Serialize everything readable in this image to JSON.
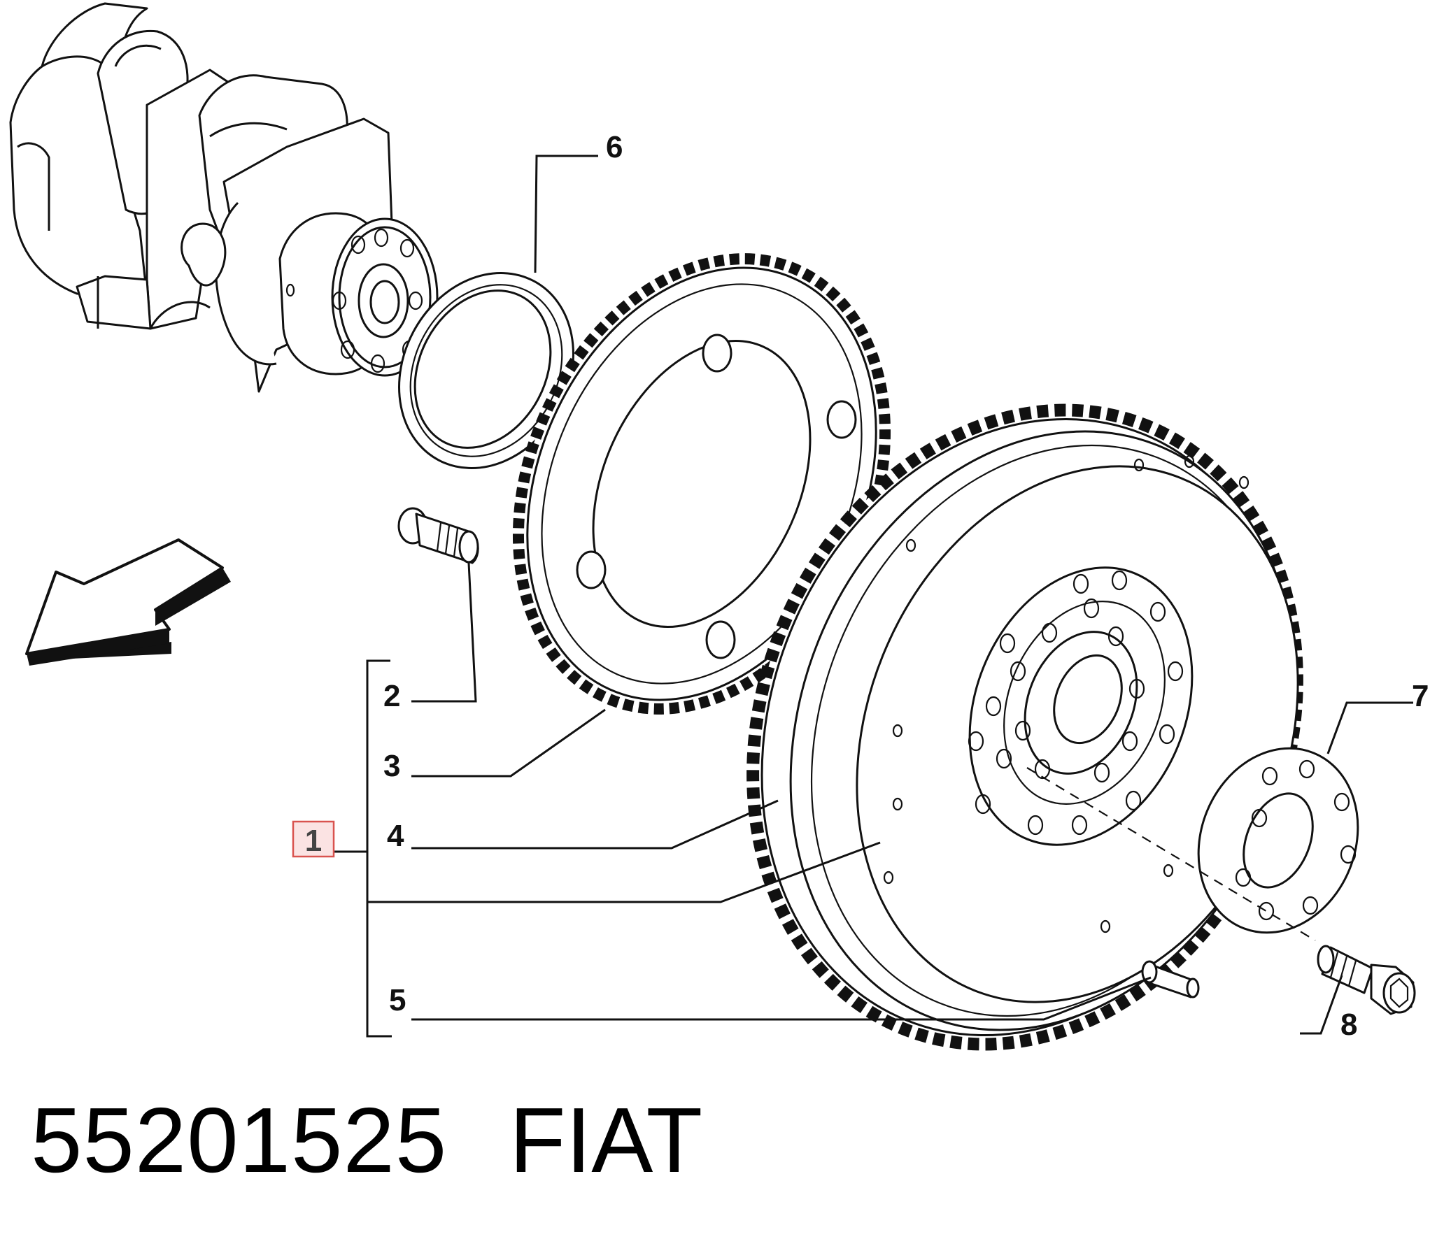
{
  "diagram": {
    "callouts": {
      "c1": "1",
      "c2": "2",
      "c3": "3",
      "c4": "4",
      "c5": "5",
      "c6": "6",
      "c7": "7",
      "c8": "8"
    },
    "highlight_color": "#d9534f",
    "highlight_fill": "#fbe3e3"
  },
  "footer": {
    "part_number": "55201525",
    "brand": "FIAT"
  }
}
